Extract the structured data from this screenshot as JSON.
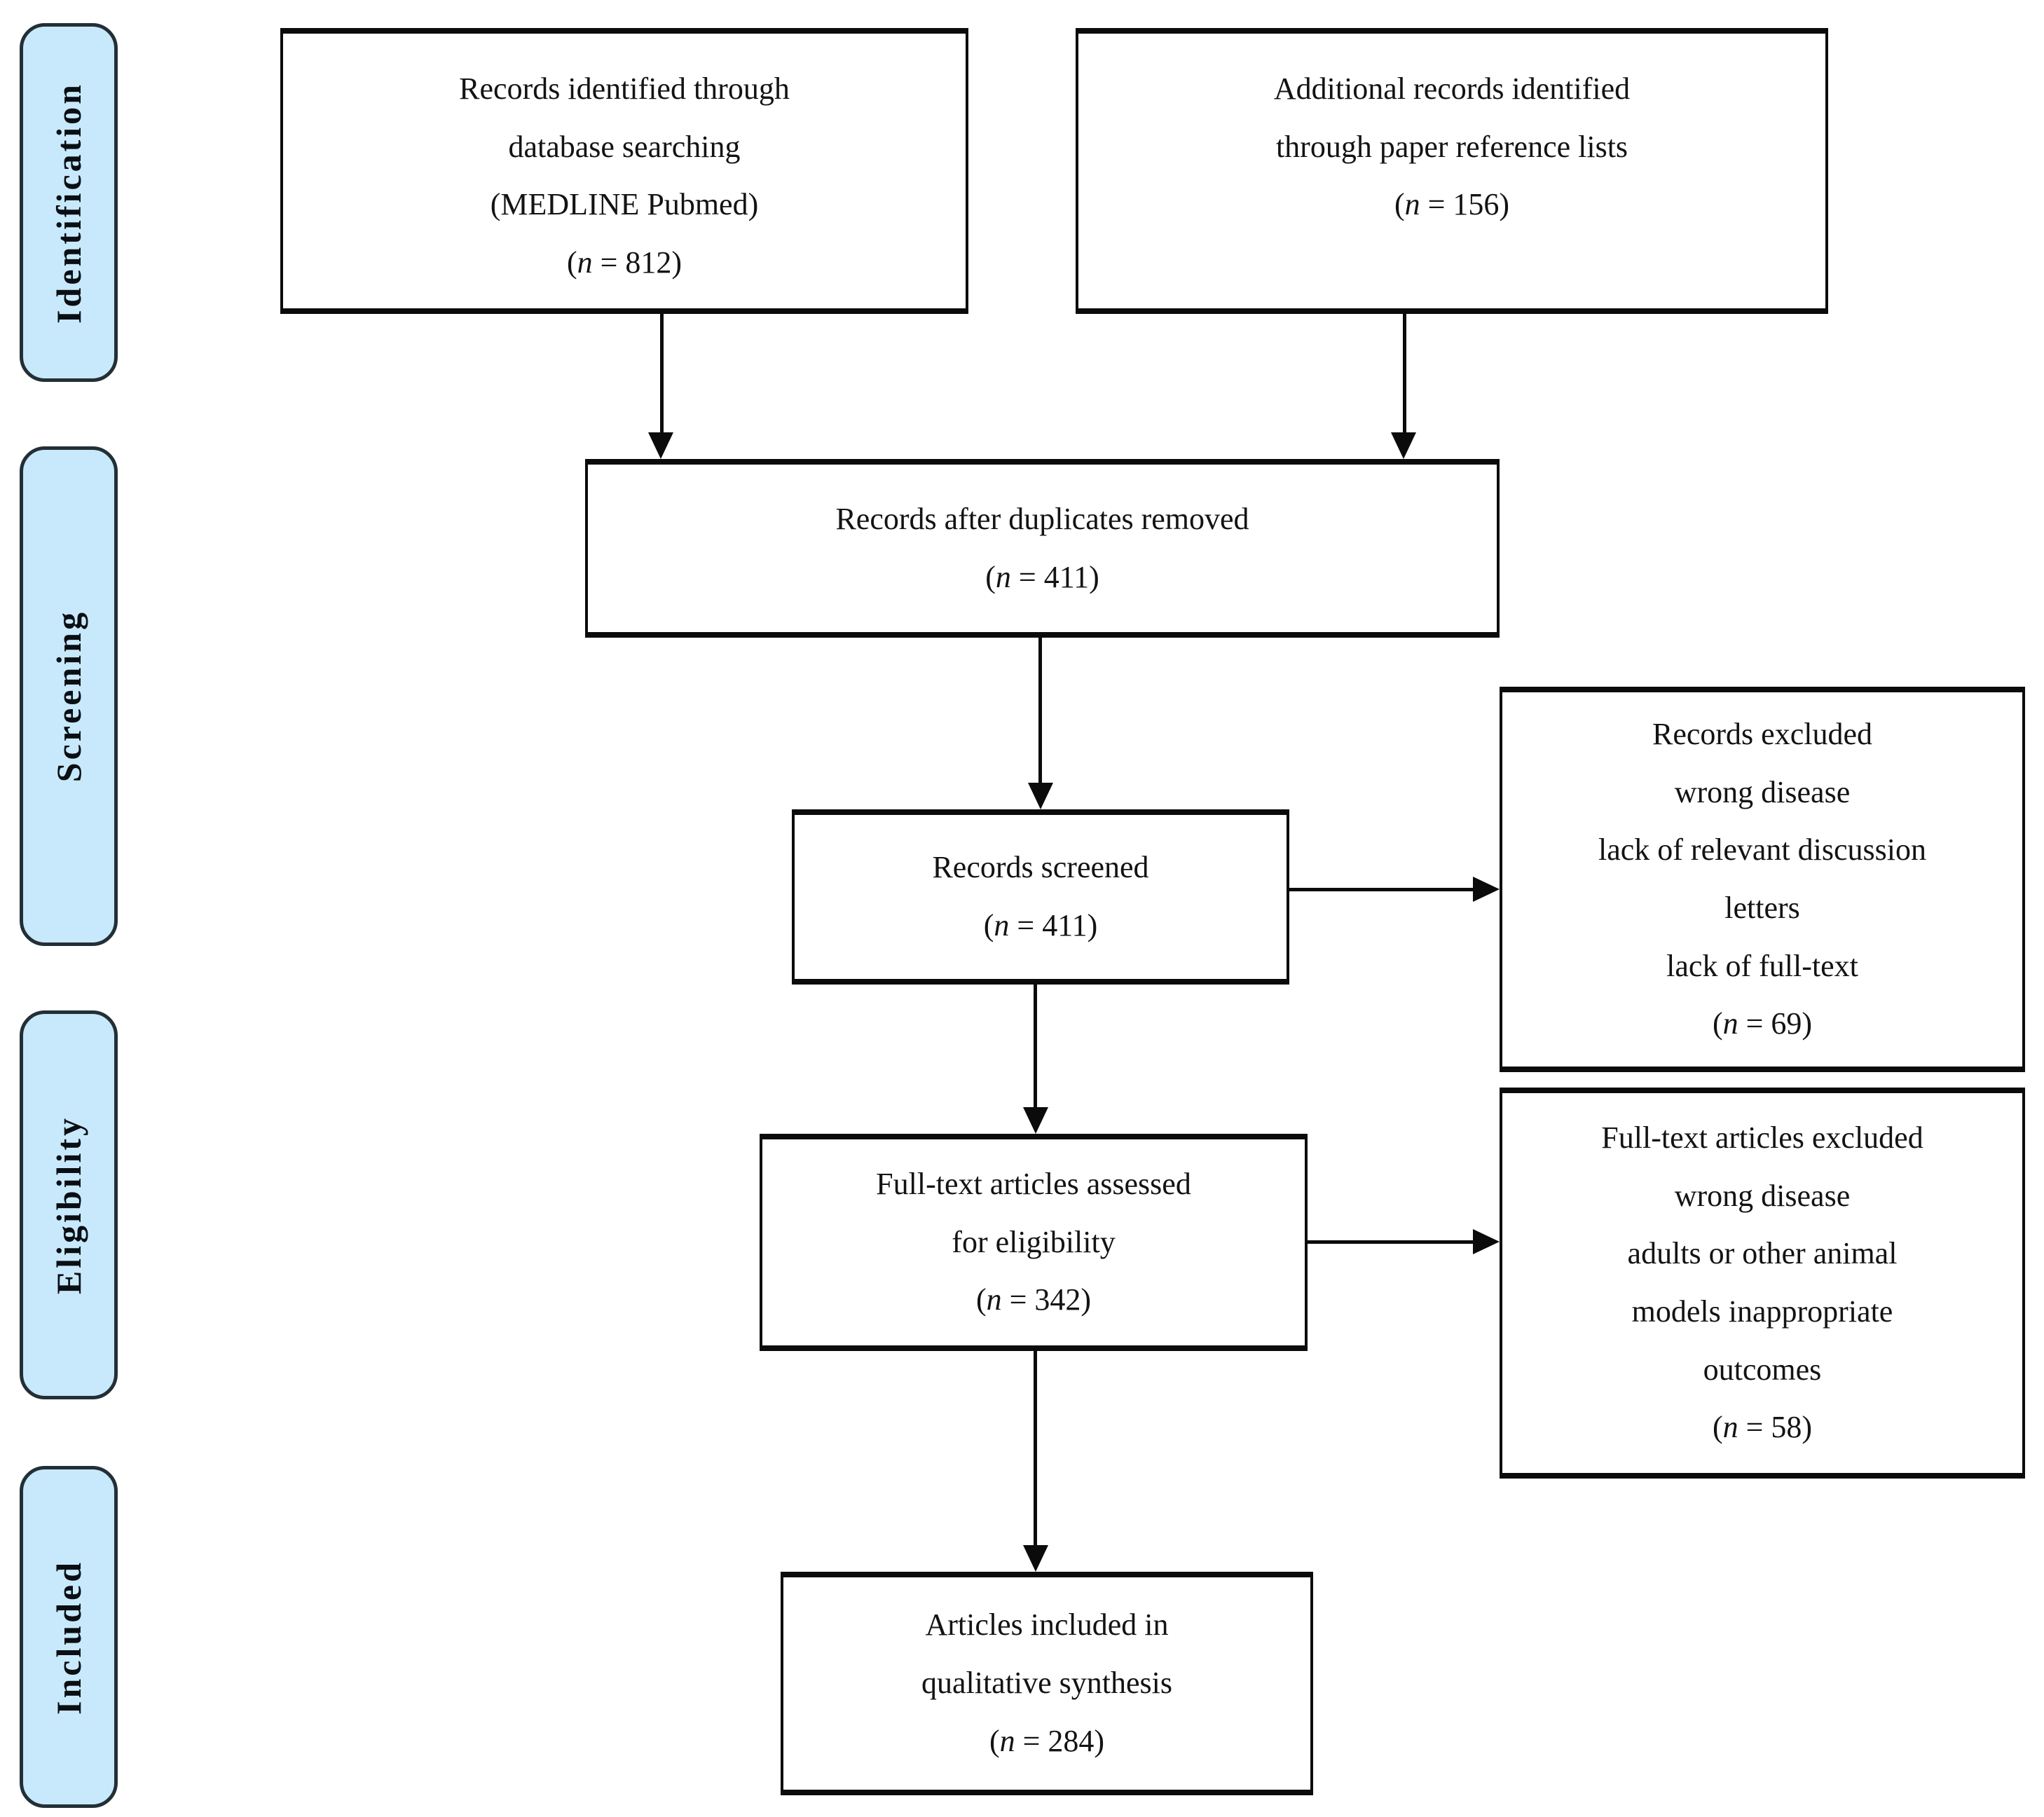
{
  "meta": {
    "figure_type": "PRISMA flow diagram"
  },
  "palette": {
    "stage_fill": "#c8e9fb",
    "stage_border": "#232f36",
    "box_border": "#0b0b0b",
    "line_color": "#0b0b0b",
    "text_color": "#131313",
    "background": "#ffffff"
  },
  "stages": {
    "identification": "Identification",
    "screening": "Screening",
    "eligibility": "Eligibility",
    "included": "Included"
  },
  "boxes": {
    "identified": {
      "lines": [
        "Records identified through",
        "database searching",
        "(MEDLINE Pubmed)"
      ],
      "n_pre": "(",
      "n_var": "n",
      "n_post": " = 812)"
    },
    "additional": {
      "lines": [
        "Additional records identified",
        "through paper reference lists"
      ],
      "n_pre": "(",
      "n_var": "n",
      "n_post": " = 156)"
    },
    "duplicates": {
      "lines": [
        "Records after duplicates removed"
      ],
      "n_pre": "(",
      "n_var": "n",
      "n_post": " = 411)"
    },
    "screened": {
      "lines": [
        "Records screened"
      ],
      "n_pre": "(",
      "n_var": "n",
      "n_post": " = 411)"
    },
    "excluded_records": {
      "lines": [
        "Records excluded",
        "wrong disease",
        "lack of relevant discussion",
        "letters",
        "lack of full-text"
      ],
      "n_pre": "(",
      "n_var": "n",
      "n_post": " = 69)"
    },
    "fulltext": {
      "lines": [
        "Full-text articles assessed",
        "for eligibility"
      ],
      "n_pre": "(",
      "n_var": "n",
      "n_post": " = 342)"
    },
    "excluded_fulltext": {
      "lines": [
        "Full-text articles excluded",
        "wrong disease",
        "adults or other animal",
        "models inappropriate",
        "outcomes"
      ],
      "n_pre": "(",
      "n_var": "n",
      "n_post": " = 58)"
    },
    "included_articles": {
      "lines": [
        "Articles included in",
        "qualitative synthesis"
      ],
      "n_pre": "(",
      "n_var": "n",
      "n_post": " = 284)"
    }
  }
}
